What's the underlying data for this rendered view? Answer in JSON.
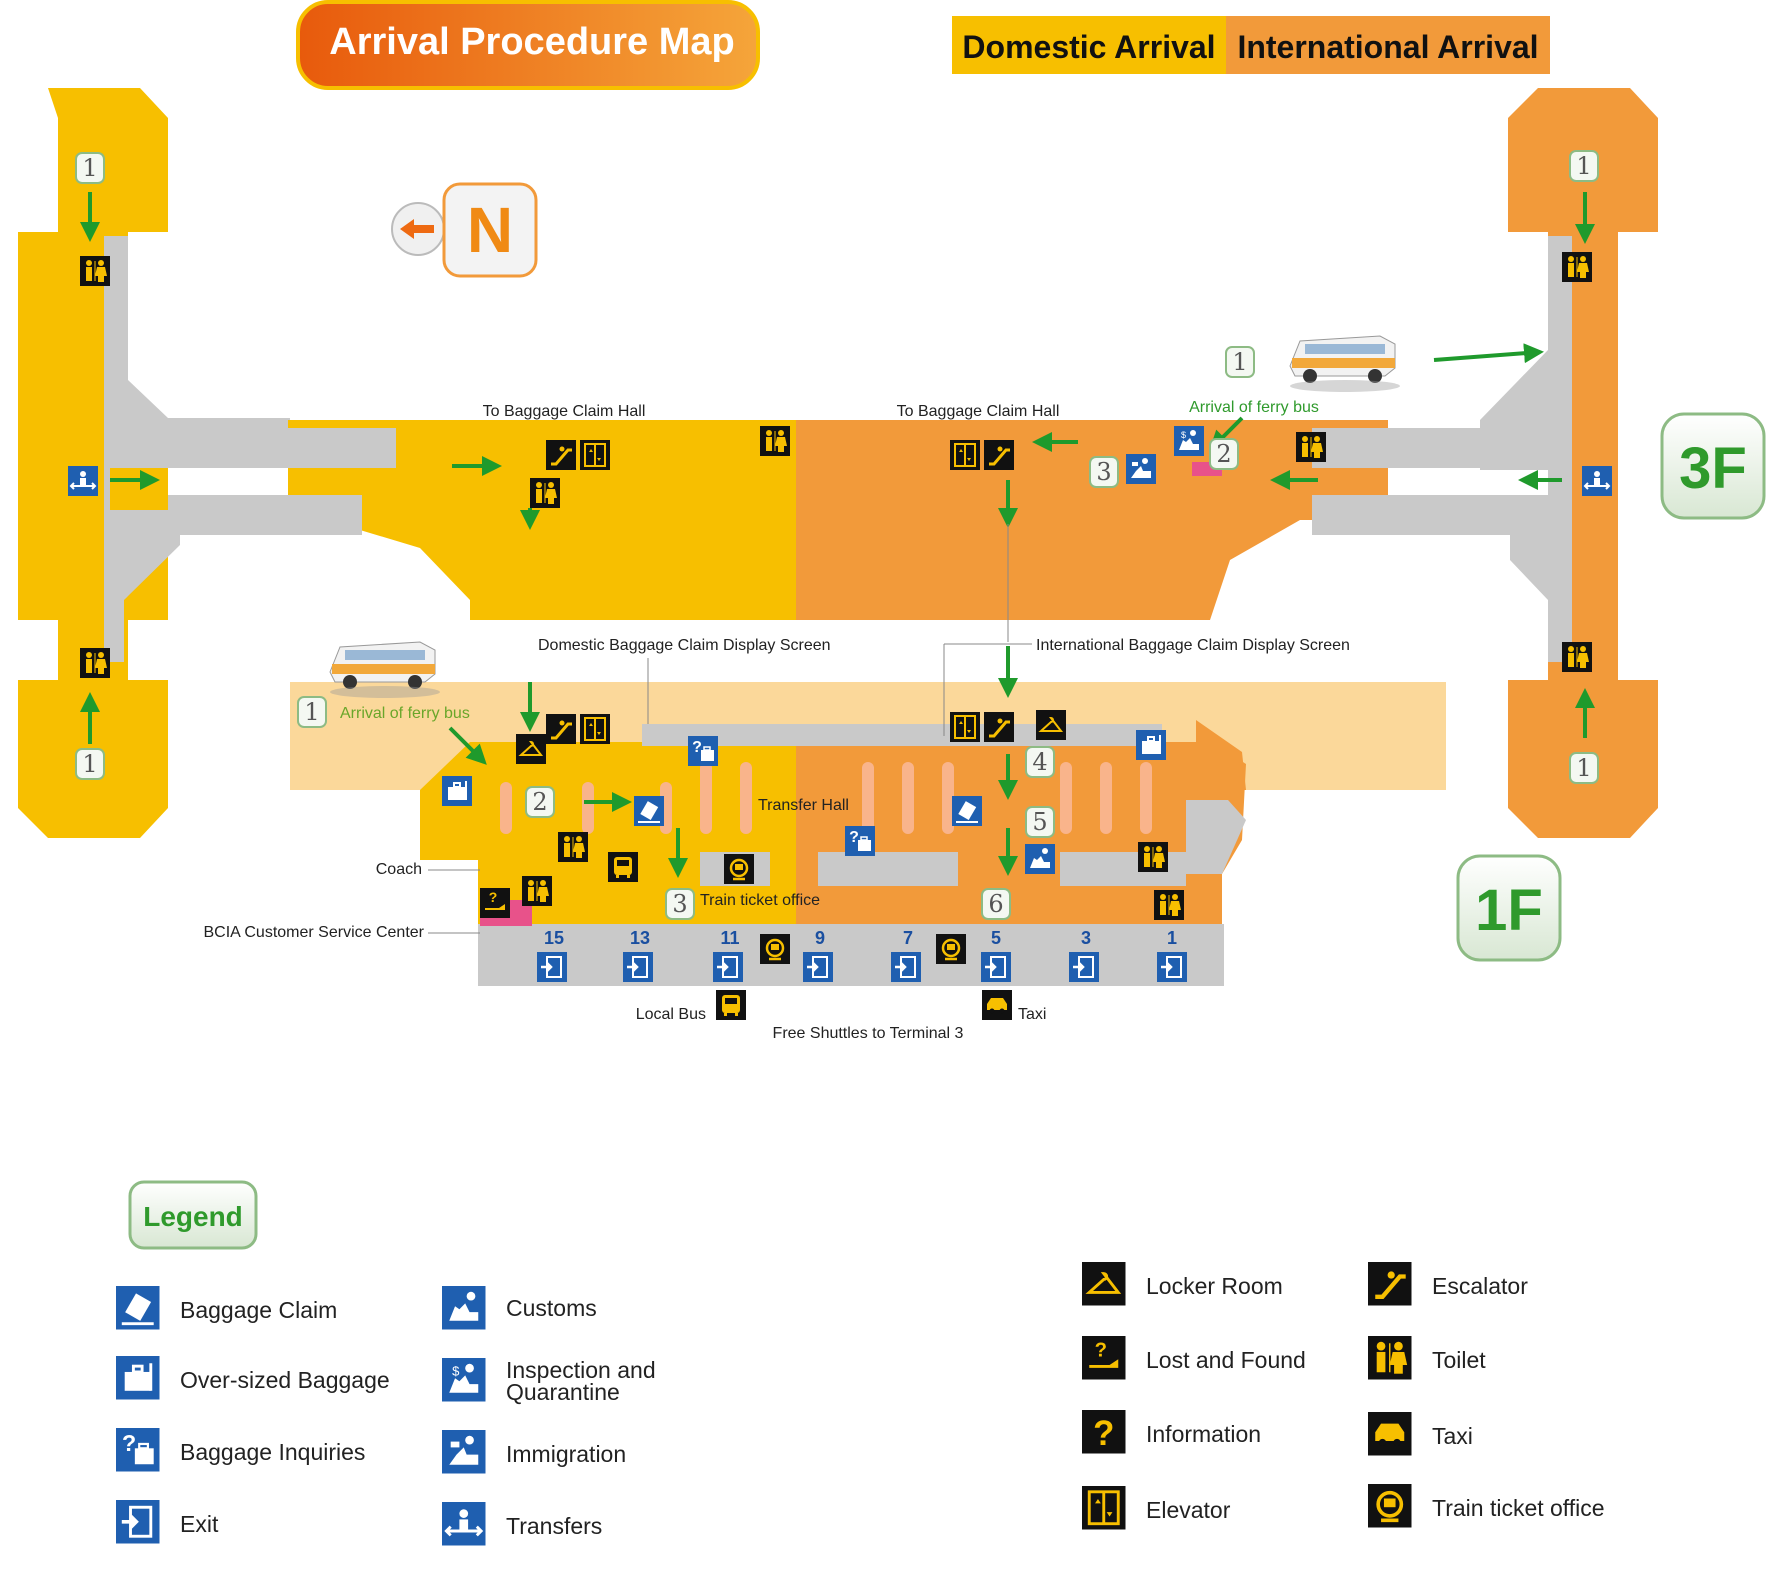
{
  "title": "Arrival Procedure Map",
  "tabs": [
    {
      "label": "Domestic Arrival",
      "color": "#f7bf00"
    },
    {
      "label": "International Arrival",
      "color": "#f29a3a"
    }
  ],
  "compass": "N",
  "floors": {
    "upper": "3F",
    "lower": "1F"
  },
  "labels": {
    "baggage_hall_left": "To Baggage Claim Hall",
    "baggage_hall_right": "To Baggage Claim Hall",
    "ferry_bus_3f": "Arrival of ferry bus",
    "ferry_bus_1f": "Arrival of ferry bus",
    "domestic_screen": "Domestic Baggage Claim Display Screen",
    "international_screen": "International Baggage Claim Display Screen",
    "transfer_hall": "Transfer Hall",
    "coach": "Coach",
    "bcia": "BCIA Customer Service Center",
    "train_office": "Train ticket office",
    "local_bus": "Local Bus",
    "taxi": "Taxi",
    "shuttles": "Free Shuttles to Terminal 3"
  },
  "step_numbers": {
    "one": "1",
    "two": "2",
    "three": "3",
    "four": "4",
    "five": "5",
    "six": "6"
  },
  "gates": [
    "15",
    "13",
    "11",
    "9",
    "7",
    "5",
    "3",
    "1"
  ],
  "legend": {
    "title": "Legend",
    "items": [
      {
        "label": "Baggage Claim",
        "icon": "baggage-claim-icon"
      },
      {
        "label": "Over-sized Baggage",
        "icon": "oversized-baggage-icon"
      },
      {
        "label": "Baggage Inquiries",
        "icon": "baggage-inquiries-icon"
      },
      {
        "label": "Exit",
        "icon": "exit-icon"
      },
      {
        "label": "Customs",
        "icon": "customs-icon"
      },
      {
        "label": "Inspection and",
        "label2": "Quarantine",
        "icon": "inspection-quarantine-icon"
      },
      {
        "label": "Immigration",
        "icon": "immigration-icon"
      },
      {
        "label": "Transfers",
        "icon": "transfers-icon"
      },
      {
        "label": "Locker Room",
        "icon": "locker-room-icon"
      },
      {
        "label": "Lost and Found",
        "icon": "lost-found-icon"
      },
      {
        "label": "Information",
        "icon": "information-icon"
      },
      {
        "label": "Elevator",
        "icon": "elevator-icon"
      },
      {
        "label": "Escalator",
        "icon": "escalator-icon"
      },
      {
        "label": "Toilet",
        "icon": "toilet-icon"
      },
      {
        "label": "Taxi",
        "icon": "taxi-icon"
      },
      {
        "label": "Train ticket office",
        "icon": "train-ticket-icon"
      }
    ]
  },
  "colors": {
    "domestic": "#f7bf00",
    "international": "#f29a3a",
    "corridor": "#c9c9c9",
    "arrow": "#1f9a2c",
    "blue_icon": "#1f5fb0",
    "black_icon": "#111111",
    "light_hall": "#fbd89a"
  }
}
